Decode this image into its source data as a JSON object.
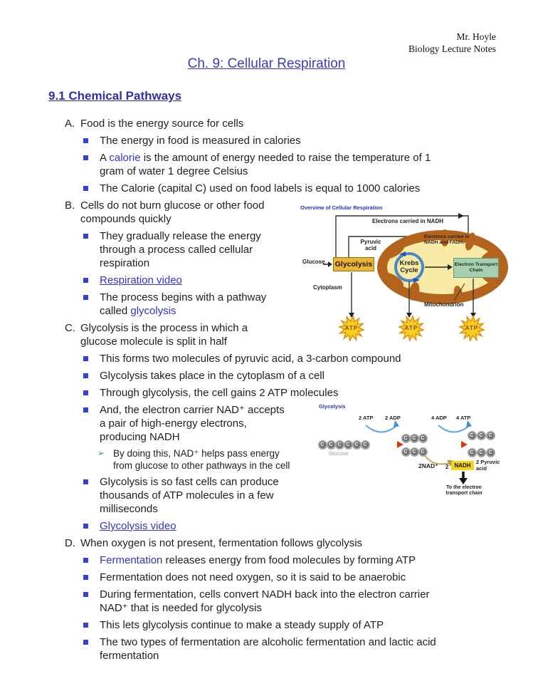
{
  "header": {
    "line1": "Mr. Hoyle",
    "line2": "Biology Lecture Notes"
  },
  "title": "Ch. 9: Cellular Respiration",
  "section_heading": "9.1 Chemical Pathways",
  "outline": [
    {
      "type": "item",
      "label": "A.",
      "parts": [
        {
          "t": "Food is the energy source for cells"
        }
      ]
    },
    {
      "type": "bullet",
      "parts": [
        {
          "t": "The energy in food is measured in calories"
        }
      ]
    },
    {
      "type": "bullet",
      "parts": [
        {
          "t": "A "
        },
        {
          "t": "calorie",
          "s": "term"
        },
        {
          "t": " is the amount of energy needed to raise the temperature of 1"
        },
        {
          "br": true
        },
        {
          "t": "gram of water 1 degree Celsius"
        }
      ]
    },
    {
      "type": "bullet",
      "parts": [
        {
          "t": "The Calorie (capital C) used on food labels is equal to 1000 calories"
        }
      ]
    },
    {
      "type": "item",
      "label": "B.",
      "parts": [
        {
          "t": "Cells do not burn glucose or other food"
        },
        {
          "br": true
        },
        {
          "t": "compounds quickly"
        }
      ]
    },
    {
      "type": "bullet",
      "parts": [
        {
          "t": "They gradually release the energy"
        },
        {
          "br": true
        },
        {
          "t": "through a process called cellular"
        },
        {
          "br": true
        },
        {
          "t": "respiration"
        }
      ]
    },
    {
      "type": "bullet",
      "parts": [
        {
          "t": "Respiration video",
          "s": "link"
        }
      ]
    },
    {
      "type": "bullet",
      "parts": [
        {
          "t": "The process begins with a pathway"
        },
        {
          "br": true
        },
        {
          "t": "called "
        },
        {
          "t": "glycolysis",
          "s": "term"
        }
      ]
    },
    {
      "type": "item",
      "label": "C.",
      "parts": [
        {
          "t": "Glycolysis is the process in which a"
        },
        {
          "br": true
        },
        {
          "t": "glucose molecule is split in half"
        }
      ]
    },
    {
      "type": "bullet",
      "parts": [
        {
          "t": "This forms two molecules of pyruvic acid, a 3-carbon compound"
        }
      ]
    },
    {
      "type": "bullet",
      "parts": [
        {
          "t": "Glycolysis takes place in the cytoplasm of a cell"
        }
      ]
    },
    {
      "type": "bullet",
      "parts": [
        {
          "t": "Through glycolysis, the cell gains 2 ATP molecules"
        }
      ]
    },
    {
      "type": "bullet",
      "parts": [
        {
          "t": "And, the electron carrier NAD⁺ accepts"
        },
        {
          "br": true
        },
        {
          "t": "a pair of high-energy electrons,"
        },
        {
          "br": true
        },
        {
          "t": "producing NADH"
        }
      ]
    },
    {
      "type": "sub",
      "parts": [
        {
          "t": "By doing this, NAD⁺ helps pass energy"
        },
        {
          "br": true
        },
        {
          "t": "from glucose to other pathways in the cell"
        }
      ]
    },
    {
      "type": "bullet",
      "parts": [
        {
          "t": "Glycolysis is so fast cells can produce"
        },
        {
          "br": true
        },
        {
          "t": "thousands of ATP molecules in a few"
        },
        {
          "br": true
        },
        {
          "t": "milliseconds"
        }
      ]
    },
    {
      "type": "bullet",
      "parts": [
        {
          "t": "Glycolysis video",
          "s": "link"
        }
      ]
    },
    {
      "type": "item",
      "label": "D.",
      "parts": [
        {
          "t": "When oxygen is not present, fermentation follows glycolysis"
        }
      ]
    },
    {
      "type": "bullet",
      "parts": [
        {
          "t": "Fermentation",
          "s": "term"
        },
        {
          "t": " releases energy from food molecules by forming ATP"
        }
      ]
    },
    {
      "type": "bullet",
      "parts": [
        {
          "t": "Fermentation does not need oxygen, so it is said to be anaerobic"
        }
      ]
    },
    {
      "type": "bullet",
      "parts": [
        {
          "t": "During fermentation, cells convert NADH back into the electron carrier"
        },
        {
          "br": true
        },
        {
          "t": "NAD⁺ that is needed for glycolysis"
        }
      ]
    },
    {
      "type": "bullet",
      "parts": [
        {
          "t": "This lets glycolysis continue to make a steady supply of ATP"
        }
      ]
    },
    {
      "type": "bullet",
      "parts": [
        {
          "t": "The two types of fermentation are alcoholic fermentation and lactic acid"
        },
        {
          "br": true
        },
        {
          "t": "fermentation"
        }
      ]
    }
  ],
  "diagram1": {
    "title": "Overview of Cellular Respiration",
    "electrons_top": "Electrons carried in NADH",
    "pyruvic": "Pyruvic acid",
    "glucose": "Glucose",
    "glycolysis_box": "Glycolysis",
    "electrons_inner": "Electrons carried in NADH and FADH₂",
    "krebs": "Krebs Cycle",
    "etc_box": "Electron Transport Chain",
    "cytoplasm": "Cytoplasm",
    "mitochondrion": "Mitochondrion",
    "atp": "ATP"
  },
  "diagram2": {
    "title": "Glycolysis",
    "atp2": "2 ATP",
    "adp2": "2 ADP",
    "adp4": "4 ADP",
    "atp4": "4 ATP",
    "glucose": "Glucose",
    "carbon": "C",
    "nad": "2NAD⁺",
    "nadh_prefix": "2",
    "nadh": "NADH",
    "pyruvic": "2 Pyruvic acid",
    "to_etc": "To the electron transport chain"
  },
  "colors": {
    "title_blue": "#3b3bbf",
    "heading_blue": "#30309c",
    "link_blue": "#3333cc",
    "bullet_blue": "#3344cc",
    "sub_arrow_green": "#2f9e4f",
    "mito_brown": "#b3641c",
    "mito_matrix": "#f7eba6",
    "glycolysis_gold": "#eab635",
    "etc_green": "#a5cfad",
    "atp_yellow": "#f6d021",
    "atp_orange": "#e2920e",
    "nadh_yellow": "#f6d417"
  }
}
